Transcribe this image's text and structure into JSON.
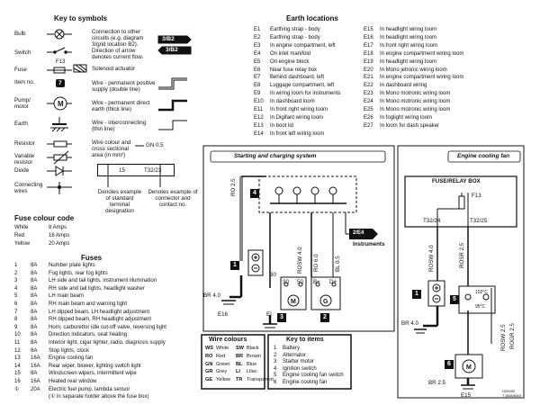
{
  "symbols": {
    "title": "Key to symbols",
    "items": [
      {
        "name": "Bulb"
      },
      {
        "name": "Switch"
      },
      {
        "name": "Fuse"
      },
      {
        "name": "Item no."
      },
      {
        "name": "Pump/ motor"
      },
      {
        "name": "Earth"
      },
      {
        "name": "Resistor"
      },
      {
        "name": "Variable resistor"
      },
      {
        "name": "Diode"
      },
      {
        "name": "Connecting wires"
      }
    ],
    "fuse_label": "F13",
    "item_badge": "7",
    "descriptions": {
      "connection": "Connection to other circuits (e.g. diagram 3/grid location B2). Direction of arrow denotes current flow.",
      "badge1": "3/B2",
      "badge2": "3/B2",
      "solenoid": "Solenoid  actuator",
      "wire_pos": "Wire - permanent positive supply (double line)",
      "wire_earth": "Wire - permanent direct earth (thick line)",
      "wire_inter": "Wire - interconnecting (thin line)",
      "wire_colour": "Wire colour and cross sectional area (in mm²)",
      "wire_colour_sample": "GN 0.5",
      "terminal_15": "15",
      "terminal_t": "T32/23",
      "denotes_terminal": "Denotes example of standard terminal designation",
      "denotes_connector": "Denotes example of connector and contact no."
    }
  },
  "fuse_colour": {
    "title": "Fuse colour code",
    "rows": [
      {
        "colour": "White",
        "amps": "8 Amps"
      },
      {
        "colour": "Red",
        "amps": "16 Amps"
      },
      {
        "colour": "Yellow",
        "amps": "20 Amps"
      }
    ]
  },
  "fuses": {
    "title": "Fuses",
    "rows": [
      {
        "no": "1",
        "amp": "8A",
        "desc": "Number plate lights"
      },
      {
        "no": "2",
        "amp": "8A",
        "desc": "Fog lights, rear fog lights"
      },
      {
        "no": "3",
        "amp": "8A",
        "desc": "LH side and tail lights, instrument illumination"
      },
      {
        "no": "4",
        "amp": "8A",
        "desc": "RH side and tail lights, headlight washer"
      },
      {
        "no": "5",
        "amp": "8A",
        "desc": "LH main beam"
      },
      {
        "no": "6",
        "amp": "8A",
        "desc": "RH main beam and warning light"
      },
      {
        "no": "7",
        "amp": "8A",
        "desc": "LH dipped beam, LH headlight adjustment"
      },
      {
        "no": "8",
        "amp": "8A",
        "desc": "RH dipped beam, RH headlight adjustment"
      },
      {
        "no": "9",
        "amp": "8A",
        "desc": "Horn, carburettor idle cut-off valve, reversing light"
      },
      {
        "no": "10",
        "amp": "8A",
        "desc": "Direction indicators, seat heating"
      },
      {
        "no": "11",
        "amp": "8A",
        "desc": "Interior light, cigar lighter, radio, diagnosis supply"
      },
      {
        "no": "12",
        "amp": "8A",
        "desc": "Stop lights, clock"
      },
      {
        "no": "13",
        "amp": "16A",
        "desc": "Engine cooling fan"
      },
      {
        "no": "14",
        "amp": "16A",
        "desc": "Rear wiper, blower, lighting switch light"
      },
      {
        "no": "15",
        "amp": "8A",
        "desc": "Windscreen wipers, intermittent wipe"
      },
      {
        "no": "16",
        "amp": "16A",
        "desc": "Heated rear window"
      },
      {
        "no": "①",
        "amp": "20A",
        "desc": "Electric fuel pump, lambda sensor"
      },
      {
        "no": "",
        "amp": "",
        "desc": "(① in separate holder above the fuse box)"
      }
    ]
  },
  "earth": {
    "title": "Earth locations",
    "left": [
      {
        "code": "E1",
        "desc": "Earthing strap - body"
      },
      {
        "code": "E2",
        "desc": "Earthing strap - body"
      },
      {
        "code": "E3",
        "desc": "In engine compartment, left"
      },
      {
        "code": "E4",
        "desc": "On inlet manifold"
      },
      {
        "code": "E5",
        "desc": "On engine block"
      },
      {
        "code": "E6",
        "desc": "Near fuse relay box"
      },
      {
        "code": "E7",
        "desc": "Behind dashboard, left"
      },
      {
        "code": "E8",
        "desc": "Luggage compartment, left"
      },
      {
        "code": "E9",
        "desc": "In wiring loom for instruments"
      },
      {
        "code": "E10",
        "desc": "In dashboard loom"
      },
      {
        "code": "E11",
        "desc": "In front right wiring loom"
      },
      {
        "code": "E12",
        "desc": "In Digifant wiring loom"
      },
      {
        "code": "E13",
        "desc": "In boot lid"
      },
      {
        "code": "E14",
        "desc": "In front left wiring loom"
      }
    ],
    "right": [
      {
        "code": "E15",
        "desc": "In headlight wiring loom"
      },
      {
        "code": "E16",
        "desc": "In headlight wiring loom"
      },
      {
        "code": "E17",
        "desc": "In front right wiring loom"
      },
      {
        "code": "E18",
        "desc": "In engine compartment wiring loom"
      },
      {
        "code": "E19",
        "desc": "In headlight wiring loom"
      },
      {
        "code": "E20",
        "desc": "In Mono jetronic wiring loom"
      },
      {
        "code": "E21",
        "desc": "In engine compartment wiring loom"
      },
      {
        "code": "E22",
        "desc": "In dashboard wiring"
      },
      {
        "code": "E23",
        "desc": "In Mono motronic wiring loom"
      },
      {
        "code": "E24",
        "desc": "In Mono motronic wiring loom"
      },
      {
        "code": "E25",
        "desc": "In Mono motronic wiring loom"
      },
      {
        "code": "E26",
        "desc": "In foglight wiring loom"
      },
      {
        "code": "E27",
        "desc": "In loom for dash speaker"
      }
    ]
  },
  "wire_colours": {
    "title": "Wire colours",
    "rows": [
      [
        "WS",
        "White",
        "SW",
        "Black"
      ],
      [
        "RO",
        "Red",
        "BR",
        "Brown"
      ],
      [
        "GN",
        "Green",
        "BL",
        "Blue"
      ],
      [
        "GR",
        "Grey",
        "LI",
        "Lilac"
      ],
      [
        "GE",
        "Yellow",
        "TR",
        "Transparent"
      ]
    ]
  },
  "key_items": {
    "title": "Key to items",
    "rows": [
      {
        "no": "1",
        "desc": "Battery"
      },
      {
        "no": "2",
        "desc": "Alternator"
      },
      {
        "no": "3",
        "desc": "Starter motor"
      },
      {
        "no": "4",
        "desc": "Ignition switch"
      },
      {
        "no": "5",
        "desc": "Engine cooling fan switch"
      },
      {
        "no": "6",
        "desc": "Engine cooling fan"
      }
    ]
  },
  "diagram": {
    "charging_title": "Starting and charging system",
    "cooling_title": "Engine cooling fan",
    "fuse_relay_title": "FUSE/RELAY BOX",
    "instruments_ref": "2/E4",
    "instruments_label": "Instruments",
    "wire_ro25": "RO 2.5",
    "wire_rosw40": "ROSW 4.0",
    "wire_ro60": "RO 6.0",
    "wire_bl05": "BL 0.5",
    "wire_br40": "BR 4.0",
    "wire_rosw40b": "ROSW 4.0",
    "wire_rosr25": "ROSR 2.5",
    "wire_rosw25": "ROSW 2.5",
    "wire_rogr25": "ROGR 2.5",
    "wire_br40b": "BR 4.0",
    "wire_br25": "BR 2.5",
    "earth_e16": "E16",
    "earth_ef": "Eİ",
    "earth_e15": "E15",
    "label_30": "30",
    "label_50": "50",
    "label_b": "B+",
    "label_d": "D+",
    "label_f13": "F13",
    "label_t24": "T32/24",
    "label_t25": "T32/25",
    "temp_hi": "102°C",
    "temp_lo": "95°C",
    "item1": "1",
    "item2": "2",
    "item3": "3",
    "item4": "4",
    "item5": "5",
    "item6": "6",
    "footer_code": "H29992\n7.3MAIMAS"
  }
}
